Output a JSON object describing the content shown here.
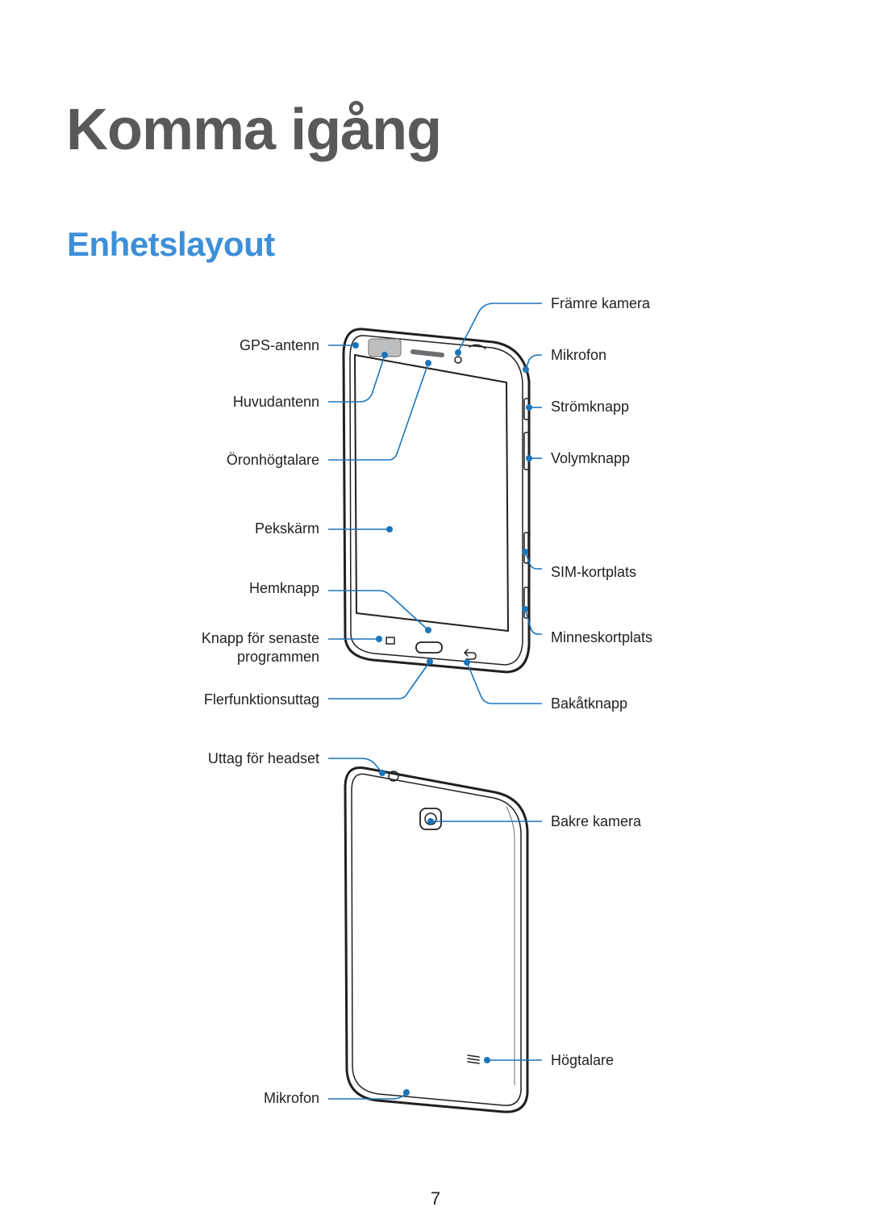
{
  "chapter_title": "Komma igång",
  "section_title": "Enhetslayout",
  "front_labels": {
    "front_camera": "Främre kamera",
    "gps_antenna": "GPS-antenn",
    "microphone_top": "Mikrofon",
    "main_antenna": "Huvudantenn",
    "power_button": "Strömknapp",
    "earpiece": "Öronhögtalare",
    "volume_button": "Volymknapp",
    "touchscreen": "Pekskärm",
    "sim_slot": "SIM-kortplats",
    "home_button": "Hemknapp",
    "recent_apps_line1": "Knapp för senaste",
    "recent_apps_line2": "programmen",
    "memory_card_slot": "Minneskortplats",
    "multipurpose_jack": "Flerfunktionsuttag",
    "back_button": "Bakåtknapp"
  },
  "back_labels": {
    "headset_jack": "Uttag för headset",
    "rear_camera": "Bakre kamera",
    "speaker": "Högtalare",
    "microphone_bottom": "Mikrofon"
  },
  "page_number": "7",
  "colors": {
    "title": "#58595b",
    "section": "#3d8fd8",
    "callout": "#1b75bb",
    "device_outline": "#231f20"
  }
}
